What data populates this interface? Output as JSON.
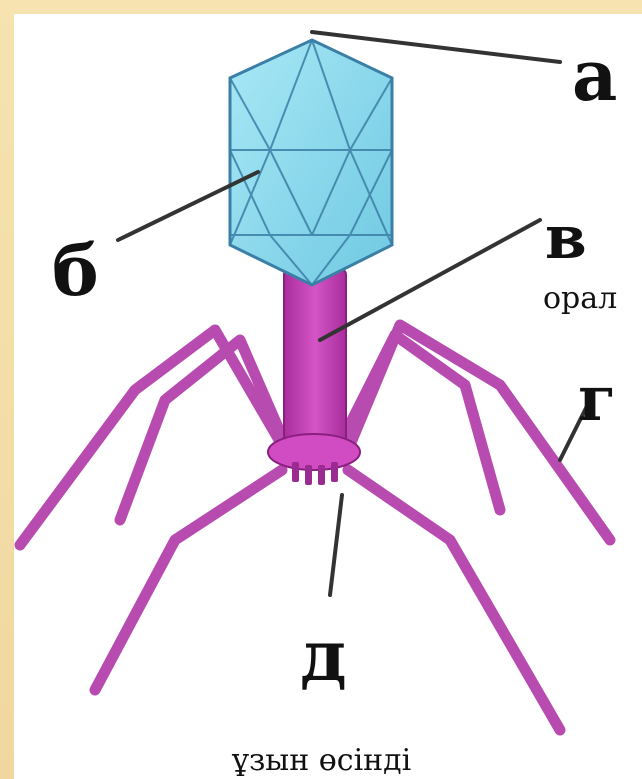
{
  "labels": {
    "a": "а",
    "b": "б",
    "v": "в",
    "g": "г",
    "d": "д"
  },
  "captions": {
    "v_caption": "орал",
    "bottom_caption": "ұзын өсінді"
  },
  "colors": {
    "head_fill": "#8fdcee",
    "head_stroke": "#3b7fa6",
    "tail_fill": "#c23cb2",
    "fiber_color": "#b84bb0",
    "pointer_color": "#333333",
    "background": "#f3dca8"
  }
}
